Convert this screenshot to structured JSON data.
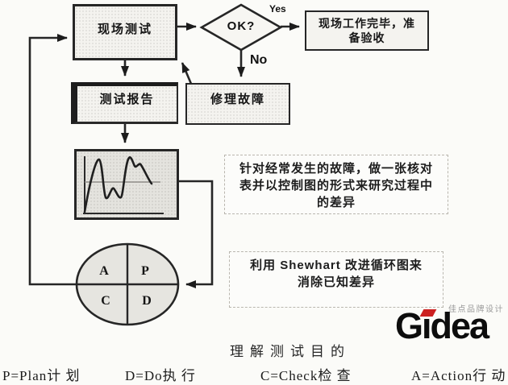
{
  "diagram": {
    "boxes": {
      "field_test": "现场测试",
      "report": "测试报告",
      "repair": "修理故障",
      "done": {
        "line1": "现场工作完毕，准",
        "line2": "备验收"
      }
    },
    "decision": {
      "label": "OK?",
      "yes": "Yes",
      "no": "No"
    },
    "pdca": {
      "a": "A",
      "p": "P",
      "c": "C",
      "d": "D"
    },
    "notes": {
      "checklist": {
        "line1": "针对经常发生的故障，做一张核对",
        "line2": "表并以控制图的形式来研究过程中",
        "line3": "的差异"
      },
      "shewhart": {
        "line1": "利用 Shewhart 改进循环图来",
        "line2": "消除已知差异"
      }
    }
  },
  "caption": "理解测试目的",
  "legend": {
    "plan": "P=Plan计 划",
    "do": "D=Do执 行",
    "check": "C=Check检 查",
    "action": "A=Action行 动"
  },
  "logo": {
    "wordmark": "Gidea",
    "tagline": "佳点品牌设计"
  },
  "colors": {
    "line": "#262626",
    "logo_red": "#cc2020",
    "logo_black": "#0d0d0d"
  }
}
